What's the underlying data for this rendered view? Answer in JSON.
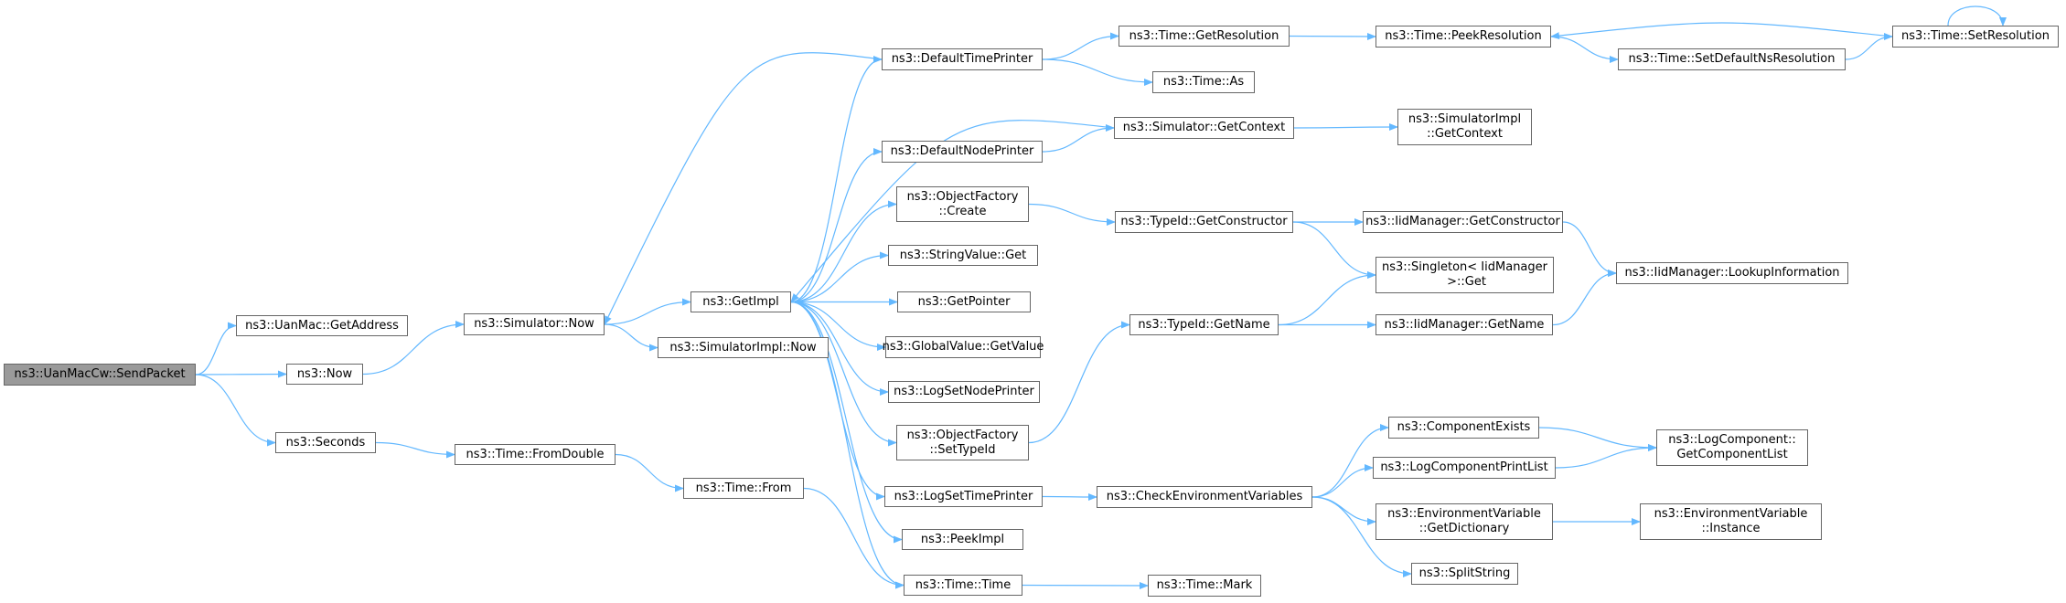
{
  "graph": {
    "nodes": [
      {
        "id": "send_packet",
        "label": "ns3::UanMacCw::SendPacket",
        "root": true
      },
      {
        "id": "get_address",
        "label": "ns3::UanMac::GetAddress"
      },
      {
        "id": "now",
        "label": "ns3::Now"
      },
      {
        "id": "seconds",
        "label": "ns3::Seconds"
      },
      {
        "id": "simulator_now",
        "label": "ns3::Simulator::Now"
      },
      {
        "id": "time_fromdouble",
        "label": "ns3::Time::FromDouble"
      },
      {
        "id": "getimpl",
        "label": "ns3::GetImpl"
      },
      {
        "id": "simimpl_now",
        "label": "ns3::SimulatorImpl::Now"
      },
      {
        "id": "time_from",
        "label": "ns3::Time::From"
      },
      {
        "id": "default_time_printer",
        "label": "ns3::DefaultTimePrinter"
      },
      {
        "id": "default_node_printer",
        "label": "ns3::DefaultNodePrinter"
      },
      {
        "id": "objfactory_create",
        "label": "ns3::ObjectFactory\n::Create"
      },
      {
        "id": "stringvalue_get",
        "label": "ns3::StringValue::Get"
      },
      {
        "id": "getpointer",
        "label": "ns3::GetPointer"
      },
      {
        "id": "globalvalue_getvalue",
        "label": "ns3::GlobalValue::GetValue"
      },
      {
        "id": "logsetnodeprinter",
        "label": "ns3::LogSetNodePrinter"
      },
      {
        "id": "objfactory_settypeid",
        "label": "ns3::ObjectFactory\n::SetTypeId"
      },
      {
        "id": "logsettimeprinter",
        "label": "ns3::LogSetTimePrinter"
      },
      {
        "id": "peekimpl",
        "label": "ns3::PeekImpl"
      },
      {
        "id": "time_time",
        "label": "ns3::Time::Time"
      },
      {
        "id": "time_getresolution",
        "label": "ns3::Time::GetResolution"
      },
      {
        "id": "time_as",
        "label": "ns3::Time::As"
      },
      {
        "id": "simulator_getcontext",
        "label": "ns3::Simulator::GetContext"
      },
      {
        "id": "typeid_getconstructor",
        "label": "ns3::TypeId::GetConstructor"
      },
      {
        "id": "typeid_getname",
        "label": "ns3::TypeId::GetName"
      },
      {
        "id": "check_env_vars",
        "label": "ns3::CheckEnvironmentVariables"
      },
      {
        "id": "time_mark",
        "label": "ns3::Time::Mark"
      },
      {
        "id": "time_peekresolution",
        "label": "ns3::Time::PeekResolution"
      },
      {
        "id": "simimpl_getcontext",
        "label": "ns3::SimulatorImpl\n::GetContext"
      },
      {
        "id": "iidmanager_getconstructor",
        "label": "ns3::IidManager::GetConstructor"
      },
      {
        "id": "singleton_get",
        "label": "ns3::Singleton< IidManager\n >::Get"
      },
      {
        "id": "iidmanager_getname",
        "label": "ns3::IidManager::GetName"
      },
      {
        "id": "componentexists",
        "label": "ns3::ComponentExists"
      },
      {
        "id": "logcomponentprintlist",
        "label": "ns3::LogComponentPrintList"
      },
      {
        "id": "envvar_getdictionary",
        "label": "ns3::EnvironmentVariable\n::GetDictionary"
      },
      {
        "id": "splitstring",
        "label": "ns3::SplitString"
      },
      {
        "id": "time_setdefaultnsresolution",
        "label": "ns3::Time::SetDefaultNsResolution"
      },
      {
        "id": "time_setresolution",
        "label": "ns3::Time::SetResolution"
      },
      {
        "id": "iidmanager_lookupinformation",
        "label": "ns3::IidManager::LookupInformation"
      },
      {
        "id": "logcomponent_getcomponentlist",
        "label": "ns3::LogComponent::\nGetComponentList"
      },
      {
        "id": "envvar_instance",
        "label": "ns3::EnvironmentVariable\n::Instance"
      }
    ],
    "edges": [
      [
        "send_packet",
        "get_address"
      ],
      [
        "send_packet",
        "now"
      ],
      [
        "send_packet",
        "seconds"
      ],
      [
        "now",
        "simulator_now"
      ],
      [
        "seconds",
        "time_fromdouble"
      ],
      [
        "simulator_now",
        "getimpl"
      ],
      [
        "simulator_now",
        "simimpl_now"
      ],
      [
        "time_fromdouble",
        "time_from"
      ],
      [
        "time_from",
        "time_time"
      ],
      [
        "getimpl",
        "default_time_printer"
      ],
      [
        "getimpl",
        "default_node_printer"
      ],
      [
        "getimpl",
        "objfactory_create"
      ],
      [
        "getimpl",
        "stringvalue_get"
      ],
      [
        "getimpl",
        "getpointer"
      ],
      [
        "getimpl",
        "globalvalue_getvalue"
      ],
      [
        "getimpl",
        "logsetnodeprinter"
      ],
      [
        "getimpl",
        "objfactory_settypeid"
      ],
      [
        "getimpl",
        "logsettimeprinter"
      ],
      [
        "getimpl",
        "peekimpl"
      ],
      [
        "getimpl",
        "time_time"
      ],
      [
        "default_time_printer",
        "simulator_now"
      ],
      [
        "default_time_printer",
        "time_getresolution"
      ],
      [
        "default_time_printer",
        "time_as"
      ],
      [
        "simulator_getcontext",
        "getimpl"
      ],
      [
        "default_node_printer",
        "simulator_getcontext"
      ],
      [
        "objfactory_create",
        "typeid_getconstructor"
      ],
      [
        "objfactory_settypeid",
        "typeid_getname"
      ],
      [
        "logsettimeprinter",
        "check_env_vars"
      ],
      [
        "time_time",
        "time_mark"
      ],
      [
        "time_getresolution",
        "time_peekresolution"
      ],
      [
        "simulator_getcontext",
        "simimpl_getcontext"
      ],
      [
        "typeid_getconstructor",
        "iidmanager_getconstructor"
      ],
      [
        "typeid_getconstructor",
        "singleton_get"
      ],
      [
        "typeid_getname",
        "singleton_get"
      ],
      [
        "typeid_getname",
        "iidmanager_getname"
      ],
      [
        "check_env_vars",
        "componentexists"
      ],
      [
        "check_env_vars",
        "logcomponentprintlist"
      ],
      [
        "check_env_vars",
        "envvar_getdictionary"
      ],
      [
        "check_env_vars",
        "splitstring"
      ],
      [
        "time_peekresolution",
        "time_setdefaultnsresolution"
      ],
      [
        "time_setdefaultnsresolution",
        "time_setresolution"
      ],
      [
        "time_setresolution",
        "time_peekresolution"
      ],
      [
        "time_setresolution",
        "time_setresolution"
      ],
      [
        "iidmanager_getconstructor",
        "iidmanager_lookupinformation"
      ],
      [
        "iidmanager_getname",
        "iidmanager_lookupinformation"
      ],
      [
        "componentexists",
        "logcomponent_getcomponentlist"
      ],
      [
        "logcomponentprintlist",
        "logcomponent_getcomponentlist"
      ],
      [
        "envvar_getdictionary",
        "envvar_instance"
      ]
    ],
    "colors": {
      "edge": "#63b8ff",
      "node_border": "#666666",
      "root_fill": "#9a9a9a",
      "node_fill": "#ffffff"
    }
  }
}
